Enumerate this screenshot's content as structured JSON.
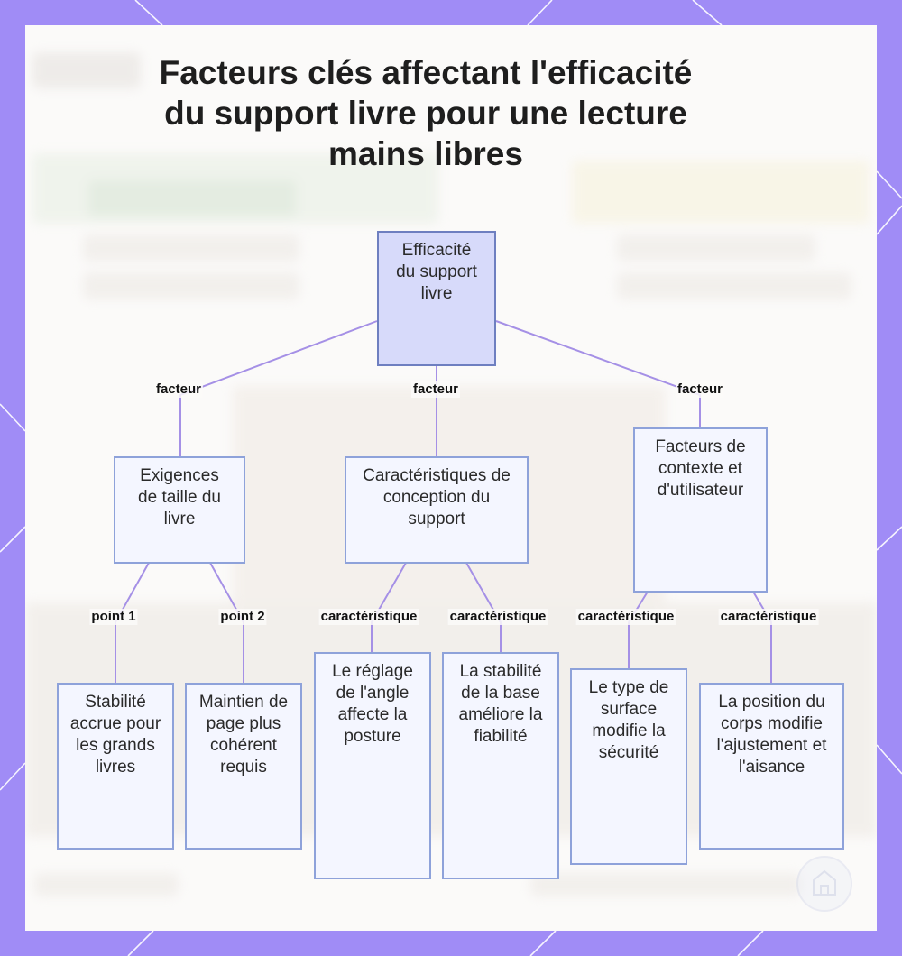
{
  "title": "Facteurs clés affectant l'efficacité du support livre pour une lecture mains libres",
  "colors": {
    "frame": "#a08cf6",
    "panel": "#fbfaf9",
    "node_fill": "#f4f6ff",
    "node_border": "#8ea2da",
    "root_fill": "#d7dafa",
    "edge": "#a590e6"
  },
  "nodes": {
    "root": "Efficacité du support livre",
    "size": "Exigences de taille du livre",
    "design": "Caractéristiques de conception du support",
    "context": "Facteurs de contexte et d'utilisateur",
    "stability": "Stabilité accrue pour les grands livres",
    "page_hold": "Maintien de page plus cohérent requis",
    "angle": "Le réglage de l'angle affecte la posture",
    "base": "La stabilité de la base améliore la fiabilité",
    "surface": "Le type de surface modifie la sécurité",
    "body_pos": "La position du corps modifie l'ajustement et l'aisance"
  },
  "edges": {
    "root_size": "facteur",
    "root_design": "facteur",
    "root_context": "facteur",
    "size_stability": "point 1",
    "size_pagehold": "point 2",
    "design_angle": "caractéristique",
    "design_base": "caractéristique",
    "context_surface": "caractéristique",
    "context_bodypos": "caractéristique"
  }
}
